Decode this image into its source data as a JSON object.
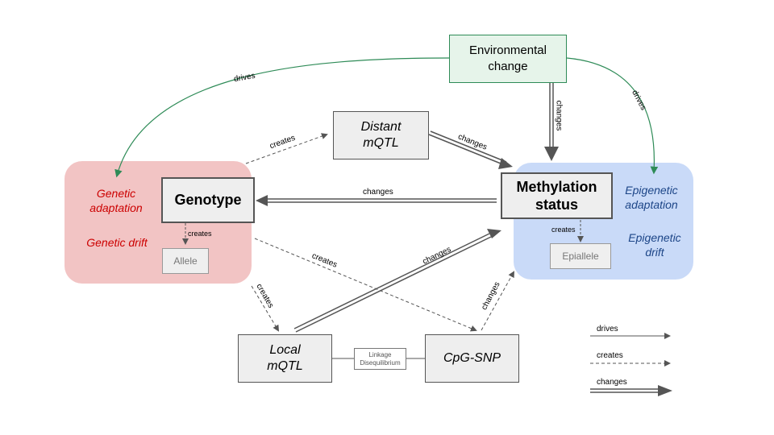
{
  "colors": {
    "environment_fill": "#e6f4ea",
    "environment_border": "#2e8b57",
    "genetic_region": "#f2c4c4",
    "epigenetic_region": "#c9daf8",
    "genetic_text": "#cc0000",
    "epigenetic_text": "#1c4587",
    "drives_edge": "#2e8b57",
    "edge_gray": "#555555"
  },
  "nodes": {
    "environment": "Environmental change",
    "genotype": "Genotype",
    "methylation": "Methylation status",
    "distant_mqtl": "Distant mQTL",
    "local_mqtl": "Local mQTL",
    "cpg_snp": "CpG-SNP",
    "allele": "Allele",
    "epiallele": "Epiallele",
    "linkage": "Linkage Disequilibrium"
  },
  "genetic_region": {
    "adaptation": "Genetic adaptation",
    "drift": "Genetic drift"
  },
  "epigenetic_region": {
    "adaptation": "Epigenetic adaptation",
    "drift": "Epigenetic drift"
  },
  "edge_labels": {
    "drives_left": "drives",
    "drives_right": "drives",
    "changes_env": "changes",
    "creates_distant": "creates",
    "changes_distant": "changes",
    "changes_genotype": "changes",
    "creates_allele": "creates",
    "creates_epiallele": "creates",
    "creates_cpg": "creates",
    "creates_local": "creates",
    "changes_local": "changes",
    "changes_cpg": "changes"
  },
  "legend": {
    "drives": "drives",
    "creates": "creates",
    "changes": "changes"
  }
}
